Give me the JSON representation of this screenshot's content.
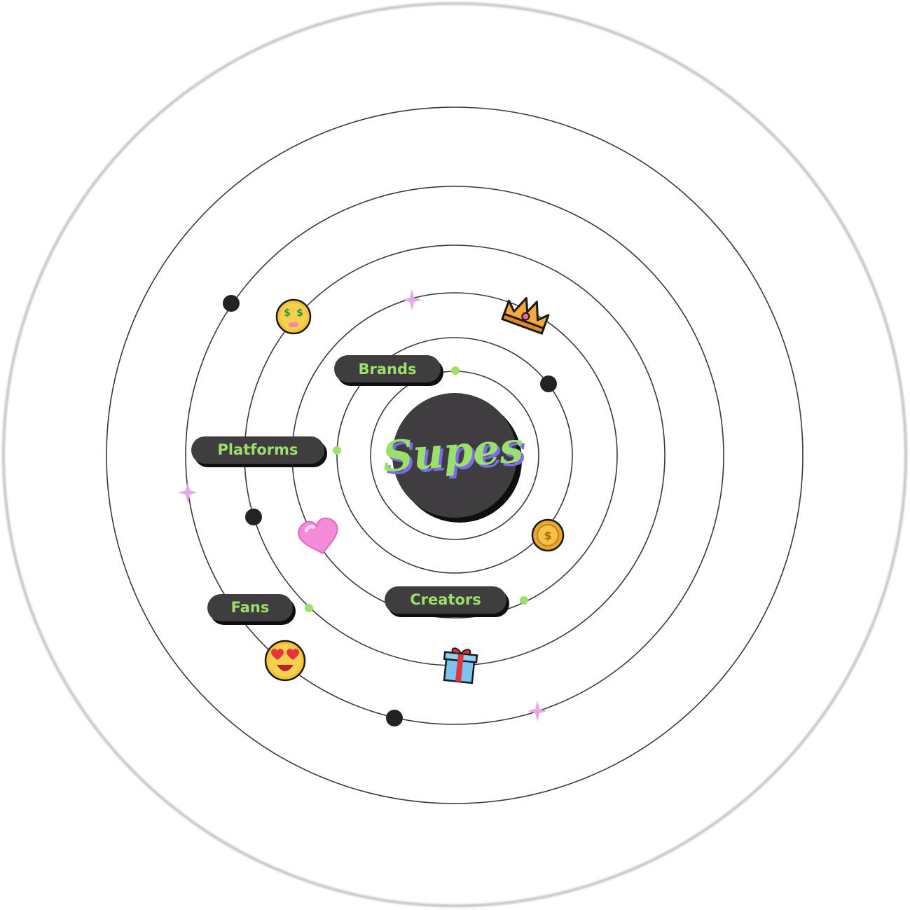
{
  "center": {
    "logo": "Supes"
  },
  "labels": {
    "brands": "Brands",
    "platforms": "Platforms",
    "creators": "Creators",
    "fans": "Fans"
  },
  "colors": {
    "ring": "#3a3a3a",
    "outer_ring": "#c4c4c4",
    "dark": "#3f3d40",
    "shadow": "#0f0f10",
    "accent_green": "#9be06a",
    "logo_shadow": "#7a6cf0",
    "sparkle": "#e9a6e6"
  },
  "icons": {
    "money_face": "money-eyes-emoji-icon",
    "crown": "crown-icon",
    "heart": "pink-heart-icon",
    "coin": "dollar-coin-icon",
    "heart_eyes": "heart-eyes-emoji-icon",
    "gift": "gift-icon",
    "sparkle": "sparkle-icon",
    "planet": "planet-dot-icon"
  }
}
